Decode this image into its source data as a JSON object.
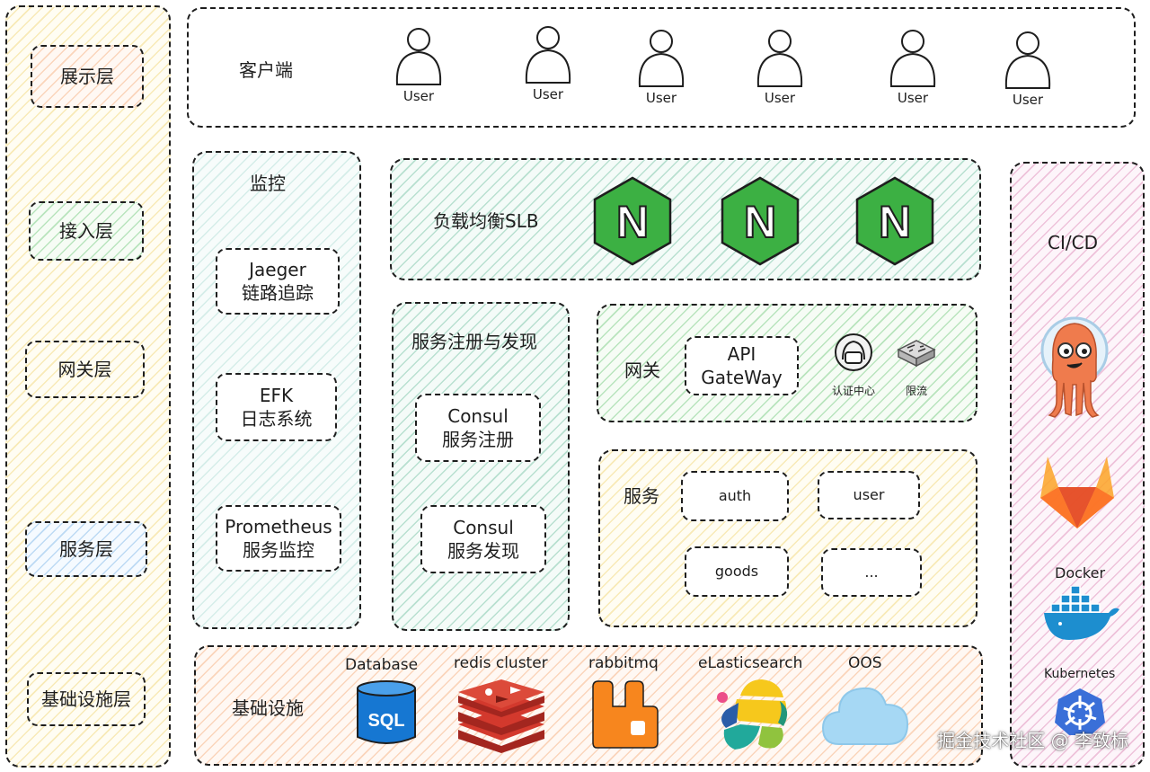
{
  "layers": [
    "展示层",
    "接入层",
    "网关层",
    "服务层",
    "基础设施层"
  ],
  "client": {
    "title": "客户端",
    "user_label": "User",
    "user_count": 6
  },
  "monitor": {
    "title": "监控",
    "items": [
      {
        "line1": "Jaeger",
        "line2": "链路追踪"
      },
      {
        "line1": "EFK",
        "line2": "日志系统"
      },
      {
        "line1": "Prometheus",
        "line2": "服务监控"
      }
    ]
  },
  "slb": {
    "title": "负载均衡SLB",
    "nginx_letter": "N",
    "nginx_count": 3
  },
  "registry": {
    "title": "服务注册与发现",
    "items": [
      {
        "line1": "Consul",
        "line2": "服务注册"
      },
      {
        "line1": "Consul",
        "line2": "服务发现"
      }
    ]
  },
  "gateway": {
    "title": "网关",
    "api_line1": "API",
    "api_line2": "GateWay",
    "auth_label": "认证中心",
    "limit_label": "限流"
  },
  "services": {
    "title": "服务",
    "items": [
      "auth",
      "user",
      "goods",
      "..."
    ]
  },
  "infra": {
    "title": "基础设施",
    "items": [
      {
        "label": "Database",
        "icon": "sql-database-icon",
        "icon_text": "SQL"
      },
      {
        "label": "redis cluster",
        "icon": "redis-icon"
      },
      {
        "label": "rabbitmq",
        "icon": "rabbitmq-icon"
      },
      {
        "label": "eLasticsearch",
        "icon": "elasticsearch-icon"
      },
      {
        "label": "OOS",
        "icon": "cloud-icon"
      }
    ]
  },
  "cicd": {
    "title": "CI/CD",
    "items": [
      {
        "label": "",
        "icon": "argo-icon"
      },
      {
        "label": "",
        "icon": "gitlab-icon"
      },
      {
        "label": "Docker",
        "icon": "docker-icon"
      },
      {
        "label": "Kubernetes",
        "icon": "kubernetes-icon"
      }
    ]
  },
  "watermark": "掘金技术社区 @ 李致标",
  "colors": {
    "nginx_green": "#3cb043",
    "redis_red": "#c0302a",
    "rabbitmq_orange": "#f7861e",
    "docker_blue": "#1d8ecf",
    "k8s_blue": "#3a6fd8",
    "sql_blue": "#1677d2"
  }
}
